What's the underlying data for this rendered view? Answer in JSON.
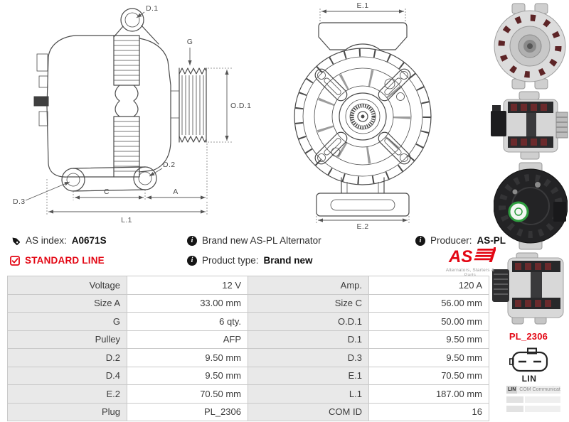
{
  "diagram_side": {
    "labels": {
      "d1": "D.1",
      "g": "G",
      "od1": "O.D.1",
      "d2": "D.2",
      "d3": "D.3",
      "c": "C",
      "a": "A",
      "l1": "L.1"
    }
  },
  "diagram_front": {
    "labels": {
      "e1": "E.1",
      "e2": "E.2"
    }
  },
  "info": {
    "as_index_label": "AS index:",
    "as_index_value": "A0671S",
    "standard_line_label": "STANDARD LINE",
    "brand_new_text": "Brand new AS-PL Alternator",
    "producer_label": "Producer:",
    "producer_value": "AS-PL",
    "product_type_label": "Product type:",
    "product_type_value": "Brand new",
    "logo_text": "AS",
    "logo_tagline": "Alternators, Starters & Parts"
  },
  "specs": {
    "rows": [
      {
        "label1": "Voltage",
        "value1": "12 V",
        "label2": "Amp.",
        "value2": "120 A"
      },
      {
        "label1": "Size A",
        "value1": "33.00 mm",
        "label2": "Size C",
        "value2": "56.00 mm"
      },
      {
        "label1": "G",
        "value1": "6 qty.",
        "label2": "O.D.1",
        "value2": "50.00 mm"
      },
      {
        "label1": "Pulley",
        "value1": "AFP",
        "label2": "D.1",
        "value2": "9.50 mm"
      },
      {
        "label1": "D.2",
        "value1": "9.50 mm",
        "label2": "D.3",
        "value2": "9.50 mm"
      },
      {
        "label1": "D.4",
        "value1": "9.50 mm",
        "label2": "E.1",
        "value2": "70.50 mm"
      },
      {
        "label1": "E.2",
        "value1": "70.50 mm",
        "label2": "L.1",
        "value2": "187.00 mm"
      },
      {
        "label1": "Plug",
        "value1": "PL_2306",
        "label2": "COM ID",
        "value2": "16"
      }
    ]
  },
  "plug": {
    "code": "PL_2306",
    "connector_type": "LIN",
    "com_chip": "LIN",
    "com_text": "COM Communication"
  },
  "colors": {
    "accent_red": "#e30613",
    "table_label_bg": "#e9e9e9",
    "table_border": "#c9c9c9",
    "drawing_stroke": "#4a4a4a"
  }
}
